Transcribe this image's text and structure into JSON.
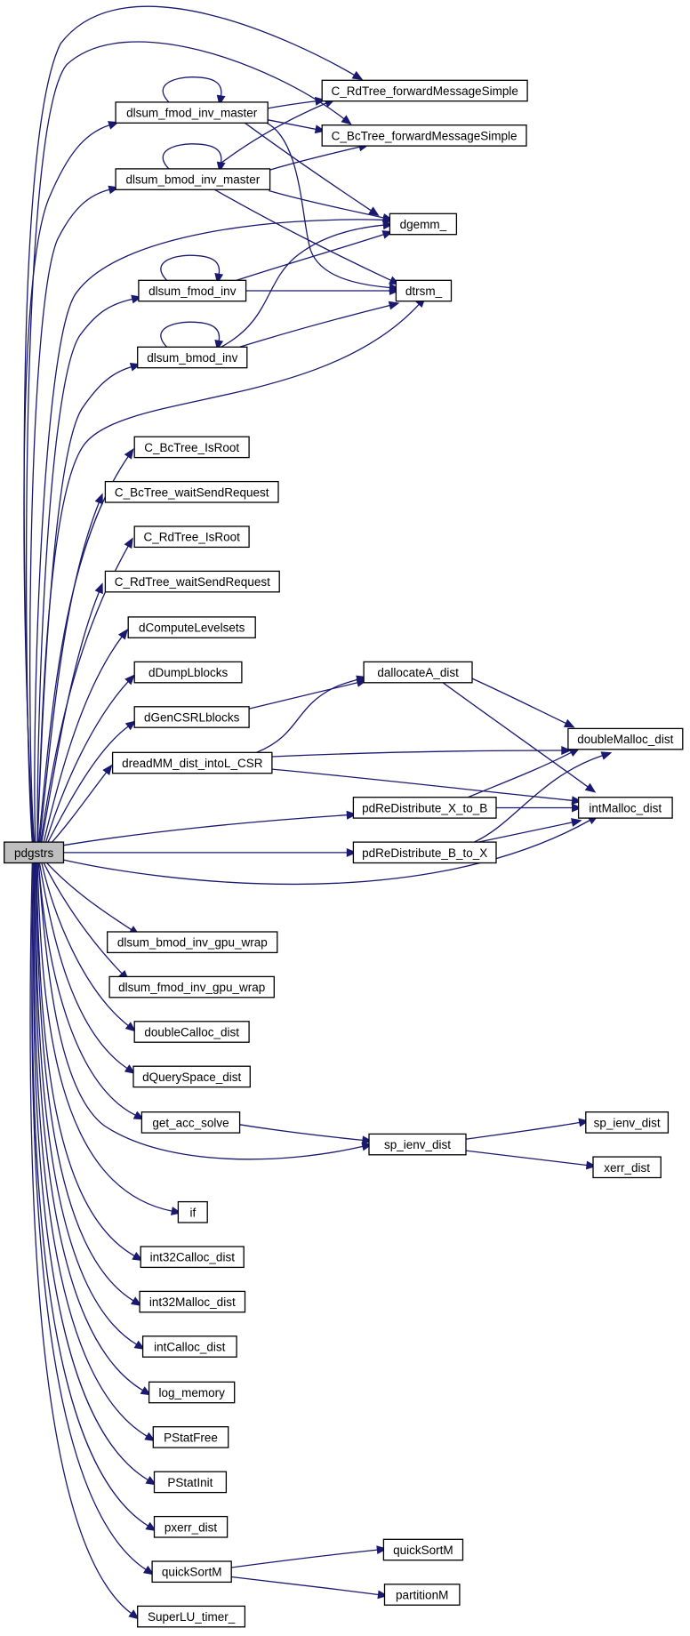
{
  "graph": {
    "nodes": [
      {
        "id": "pdgstrs",
        "label": "pdgstrs",
        "root": true
      },
      {
        "id": "fmod_master",
        "label": "dlsum_fmod_inv_master"
      },
      {
        "id": "bmod_master",
        "label": "dlsum_bmod_inv_master"
      },
      {
        "id": "fmod_inv",
        "label": "dlsum_fmod_inv"
      },
      {
        "id": "bmod_inv",
        "label": "dlsum_bmod_inv"
      },
      {
        "id": "rd_fwd",
        "label": "C_RdTree_forwardMessageSimple"
      },
      {
        "id": "bc_fwd",
        "label": "C_BcTree_forwardMessageSimple"
      },
      {
        "id": "dgemm",
        "label": "dgemm_"
      },
      {
        "id": "dtrsm",
        "label": "dtrsm_"
      },
      {
        "id": "bc_isroot",
        "label": "C_BcTree_IsRoot"
      },
      {
        "id": "bc_wait",
        "label": "C_BcTree_waitSendRequest"
      },
      {
        "id": "rd_isroot",
        "label": "C_RdTree_IsRoot"
      },
      {
        "id": "rd_wait",
        "label": "C_RdTree_waitSendRequest"
      },
      {
        "id": "dcomp",
        "label": "dComputeLevelsets"
      },
      {
        "id": "ddump",
        "label": "dDumpLblocks"
      },
      {
        "id": "dgencsr",
        "label": "dGenCSRLblocks"
      },
      {
        "id": "dalloc",
        "label": "dallocateA_dist"
      },
      {
        "id": "dreadmm",
        "label": "dreadMM_dist_intoL_CSR"
      },
      {
        "id": "dmalloc",
        "label": "doubleMalloc_dist"
      },
      {
        "id": "imalloc",
        "label": "intMalloc_dist"
      },
      {
        "id": "pdre_xb",
        "label": "pdReDistribute_X_to_B"
      },
      {
        "id": "pdre_bx",
        "label": "pdReDistribute_B_to_X"
      },
      {
        "id": "bmod_gpu",
        "label": "dlsum_bmod_inv_gpu_wrap"
      },
      {
        "id": "fmod_gpu",
        "label": "dlsum_fmod_inv_gpu_wrap"
      },
      {
        "id": "dcalloc",
        "label": "doubleCalloc_dist"
      },
      {
        "id": "dquery",
        "label": "dQuerySpace_dist"
      },
      {
        "id": "getacc",
        "label": "get_acc_solve"
      },
      {
        "id": "spienvd",
        "label": "sp_ienv_dist"
      },
      {
        "id": "spienv",
        "label": "sp_ienv_dist"
      },
      {
        "id": "xerr",
        "label": "xerr_dist"
      },
      {
        "id": "if",
        "label": "if"
      },
      {
        "id": "i32calloc",
        "label": "int32Calloc_dist"
      },
      {
        "id": "i32malloc",
        "label": "int32Malloc_dist"
      },
      {
        "id": "icalloc",
        "label": "intCalloc_dist"
      },
      {
        "id": "logmem",
        "label": "log_memory"
      },
      {
        "id": "pfree",
        "label": "PStatFree"
      },
      {
        "id": "pinit",
        "label": "PStatInit"
      },
      {
        "id": "pxerr",
        "label": "pxerr_dist"
      },
      {
        "id": "qsm1",
        "label": "quickSortM"
      },
      {
        "id": "qsm2",
        "label": "quickSortM"
      },
      {
        "id": "partm",
        "label": "partitionM"
      },
      {
        "id": "timer",
        "label": "SuperLU_timer_"
      }
    ]
  }
}
